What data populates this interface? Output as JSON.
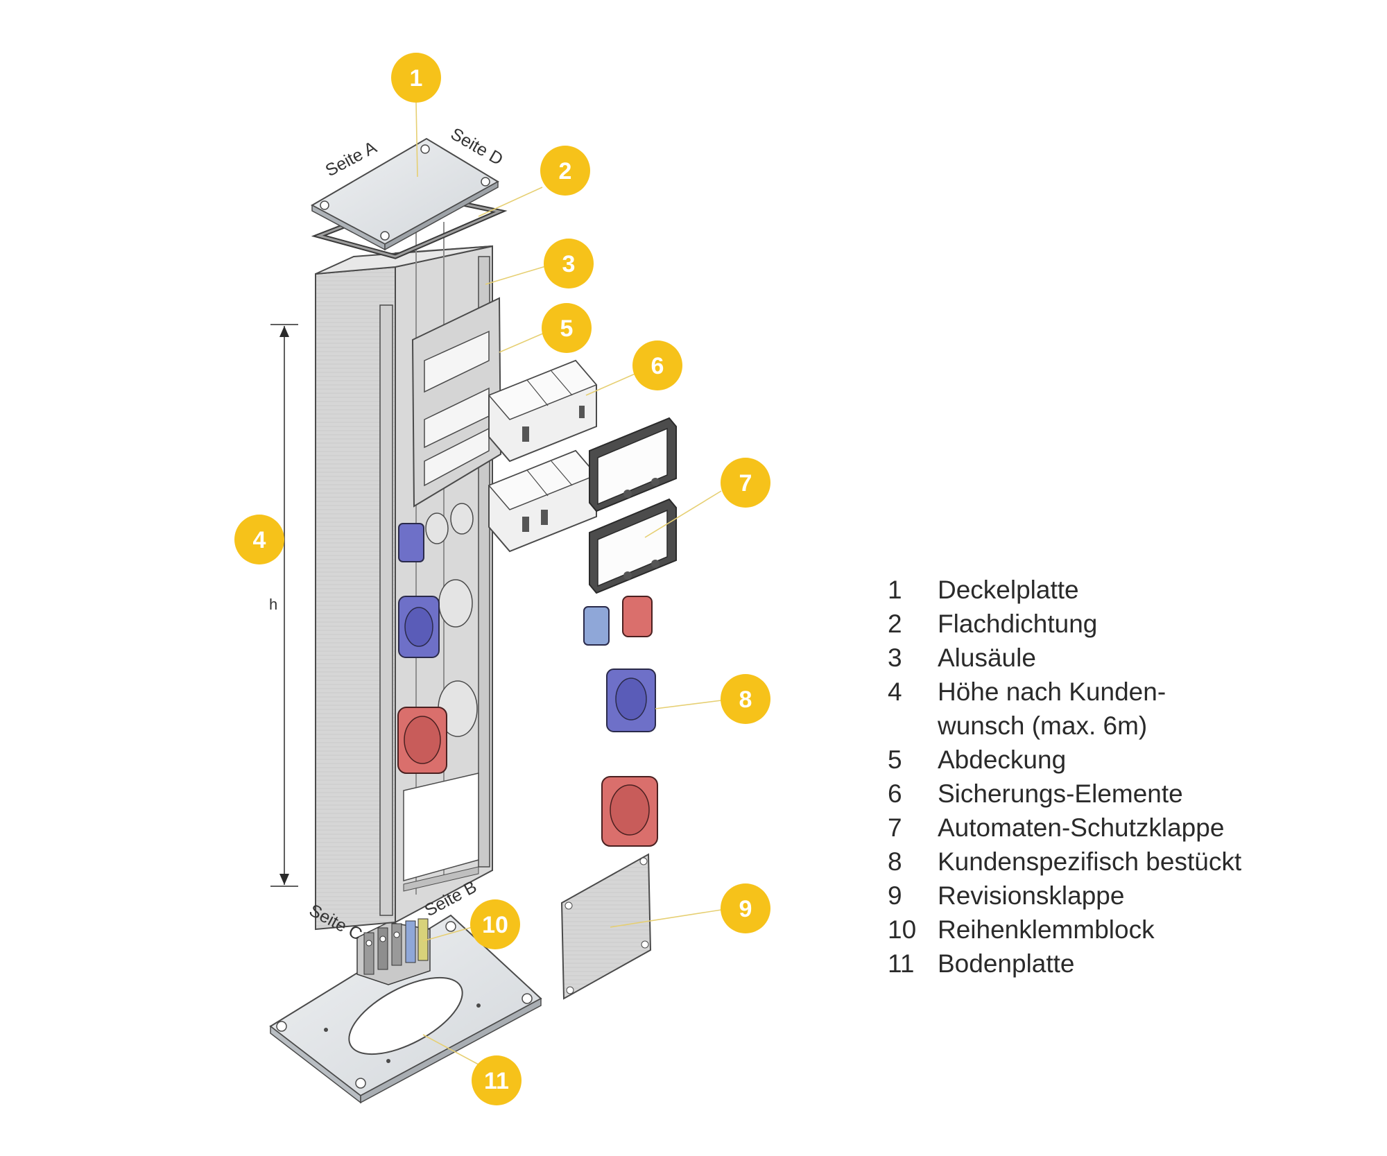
{
  "diagram": {
    "side_labels": {
      "seite_a": "Seite A",
      "seite_b": "Seite B",
      "seite_c": "Seite C",
      "seite_d": "Seite D"
    },
    "height_label": "h",
    "callouts": [
      "1",
      "2",
      "3",
      "4",
      "5",
      "6",
      "7",
      "8",
      "9",
      "10",
      "11"
    ],
    "colors": {
      "callout": "#F6C21A",
      "leader": "#E6CF72",
      "aluminium": "#DADADA",
      "outline": "#4A4A4A",
      "socket_blue": "#6E70C8",
      "socket_red": "#DA6F6C"
    }
  },
  "legend": [
    {
      "num": "1",
      "lines": [
        "Deckelplatte"
      ]
    },
    {
      "num": "2",
      "lines": [
        "Flachdichtung"
      ]
    },
    {
      "num": "3",
      "lines": [
        "Alusäule"
      ]
    },
    {
      "num": "4",
      "lines": [
        "Höhe nach Kunden-",
        "wunsch (max. 6m)"
      ]
    },
    {
      "num": "5",
      "lines": [
        "Abdeckung"
      ]
    },
    {
      "num": "6",
      "lines": [
        "Sicherungs-Elemente"
      ]
    },
    {
      "num": "7",
      "lines": [
        "Automaten-Schutzklappe"
      ]
    },
    {
      "num": "8",
      "lines": [
        "Kundenspezifisch bestückt"
      ]
    },
    {
      "num": "9",
      "lines": [
        "Revisionsklappe"
      ]
    },
    {
      "num": "10",
      "lines": [
        "Reihenklemmblock"
      ]
    },
    {
      "num": "11",
      "lines": [
        "Bodenplatte"
      ]
    }
  ]
}
